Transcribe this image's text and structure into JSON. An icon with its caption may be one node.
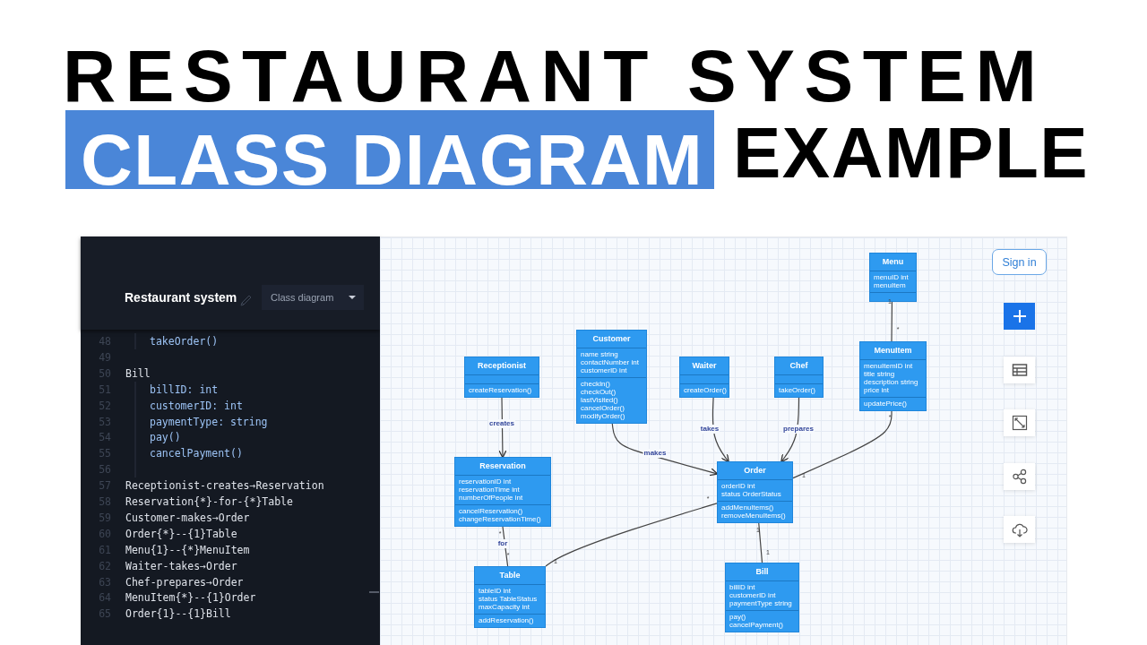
{
  "diagram": {
    "title": "RESTAURANT SYSTEM",
    "nodes": [
      {
        "text": [
          "CLASS DIAGRAM"
        ]
      },
      {
        "text": [
          "Menu"
        ]
      },
      {
        "text": [
          "menuID int",
          "menuItem"
        ],
        "in": 1
      },
      {
        "text": [],
        "shape": "box",
        "in": 1
      },
      {
        "text": [
          "Customer"
        ]
      },
      {
        "text": [
          "name string",
          "contactNumber int",
          "customerID int"
        ],
        "in": 4
      },
      {
        "text": [
          "checkIn()",
          "checkOut()",
          "lastVisited()",
          "cancelOrder()",
          "modifyOrder()"
        ],
        "in": 4
      },
      {
        "text": [
          "MenuItem"
        ]
      },
      {
        "text": [
          "menuItemID int",
          "title string",
          "description string",
          "price int"
        ],
        "in": 7
      },
      {
        "text": [
          "updatePrice()"
        ],
        "in": 7
      },
      {
        "text": [
          "Receptionist"
        ]
      },
      {
        "text": [],
        "shape": "box",
        "in": 10
      },
      {
        "text": [
          "createReservation()"
        ],
        "in": 10
      },
      {
        "text": [
          "Waiter"
        ]
      },
      {
        "text": [],
        "shape": "box",
        "in": 13
      },
      {
        "text": [
          "createOrder()"
        ],
        "in": 13
      },
      {
        "text": [
          "Chef"
        ]
      },
      {
        "text": [],
        "shape": "box",
        "in": 16
      },
      {
        "text": [
          "takeOrder()"
        ],
        "in": 16
      },
      {
        "text": [
          "Reservation"
        ]
      },
      {
        "text": [
          "reservationID int",
          "reservationTime int",
          "numberOfPeople int"
        ],
        "in": 19
      },
      {
        "text": [
          "cancelReservation()",
          "changeReservationTime()"
        ],
        "in": 19
      },
      {
        "text": [
          "Order"
        ]
      },
      {
        "text": [
          "orderID int",
          "status OrderStatus"
        ],
        "in": 22
      },
      {
        "text": [
          "addMenuItems()",
          "removeMenuItems()"
        ],
        "in": 22
      },
      {
        "text": [
          "Table"
        ]
      },
      {
        "text": [
          "tableID int",
          "status TableStatus",
          "maxCapacity int"
        ],
        "in": 25
      },
      {
        "text": [
          "addReservation()"
        ],
        "in": 25
      },
      {
        "text": [
          "Bill"
        ]
      },
      {
        "text": [
          "billID int",
          "customerID int",
          "paymentType string"
        ],
        "in": 28
      },
      {
        "text": [
          "pay()",
          "cancelPayment()"
        ],
        "in": 28
      }
    ],
    "edges": [
      {
        "from": 10,
        "to": 19,
        "arrow": "to",
        "label": "creates"
      },
      {
        "from": 19,
        "to": 25,
        "arrow": "none",
        "label": "for"
      },
      {
        "from": 4,
        "to": 22,
        "arrow": "to",
        "label": "makes"
      },
      {
        "from": 22,
        "to": 25,
        "arrow": "none"
      },
      {
        "from": 1,
        "to": 7,
        "arrow": "none"
      },
      {
        "from": 13,
        "to": 22,
        "arrow": "to",
        "label": "takes"
      },
      {
        "from": 16,
        "to": 22,
        "arrow": "to",
        "label": "prepares"
      },
      {
        "from": 7,
        "to": 22,
        "arrow": "none"
      },
      {
        "from": 22,
        "to": 28,
        "arrow": "none"
      }
    ],
    "labels": [
      "EXAMPLE",
      "Restaurant system",
      "Class diagram",
      "48",
      "takeOrder()",
      "49",
      "50",
      "Bill",
      "51",
      "billID: int",
      "52",
      "customerID: int",
      "53",
      "paymentType: string",
      "54",
      "pay()",
      "55",
      "cancelPayment()",
      "56",
      "57",
      "Receptionist-creates→Reservation",
      "58",
      "Reservation{*}-for-{*}Table",
      "59",
      "Customer-makes→Order",
      "60",
      "Order{*}--{1}Table",
      "61",
      "Menu{1}--{*}MenuItem",
      "62",
      "Waiter-takes→Order",
      "63",
      "Chef-prepares→Order",
      "64",
      "MenuItem{*}--{1}Order",
      "65",
      "Order{1}--{1}Bill",
      "Sign in",
      "1",
      "*",
      "*",
      "1",
      "*",
      "1",
      "*",
      "1",
      "*",
      "1"
    ]
  }
}
